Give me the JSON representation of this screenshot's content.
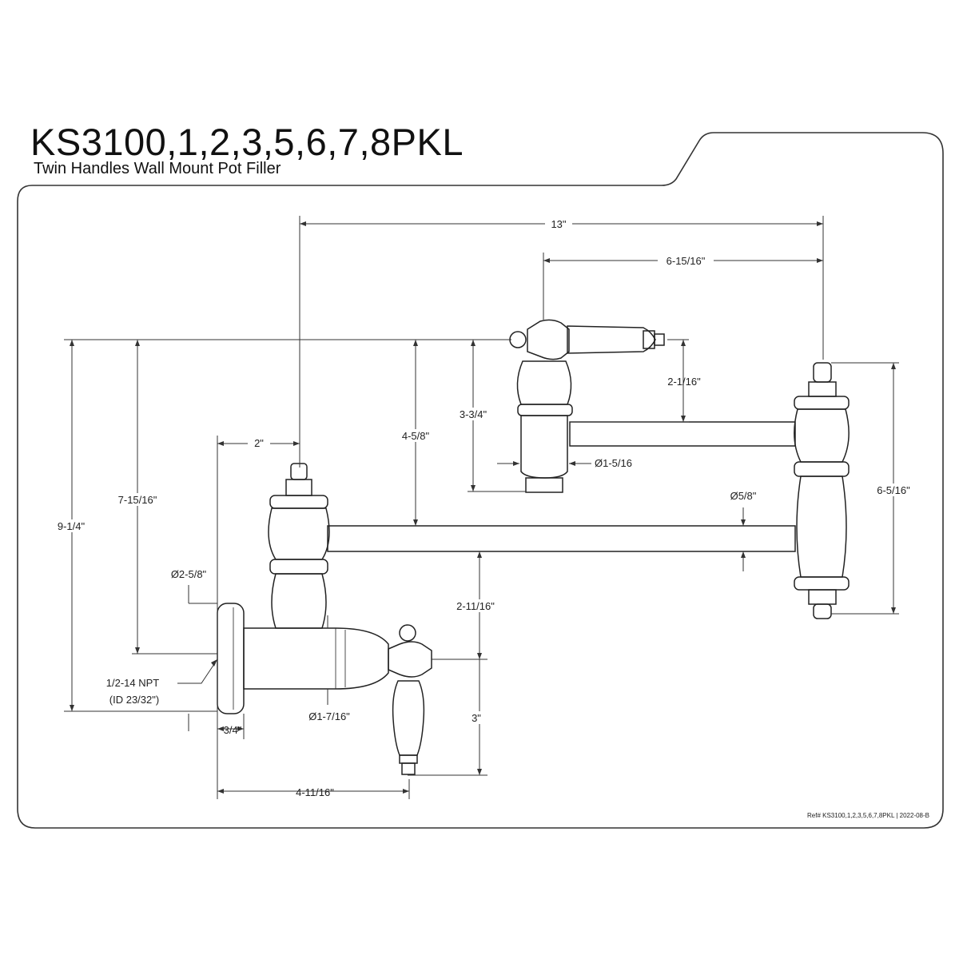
{
  "header": {
    "model": "KS3100,1,2,3,5,6,7,8PKL",
    "description": "Twin Handles Wall Mount Pot Filler"
  },
  "dimensions": {
    "overall_width": "13\"",
    "upper_arm_width": "6-15/16\"",
    "offset_top": "2\"",
    "upper_handle_height": "2-1/16\"",
    "upper_body_height": "3-3/4\"",
    "upper_body_diameter": "Ø1-5/16",
    "arm_height": "4-5/8\"",
    "total_height": "9-1/4\"",
    "hinge_height": "7-15/16\"",
    "arm_diameter": "Ø5/8\"",
    "end_post_height": "6-5/16\"",
    "flange_diameter": "Ø2-5/8\"",
    "lower_gap": "2-11/16\"",
    "inlet_thread": "1/2-14 NPT",
    "inlet_id": "(ID 23/32\")",
    "body_diameter": "Ø1-7/16\"",
    "valve_drop": "3\"",
    "flange_depth": "3/4\"",
    "valve_projection": "4-11/16\""
  },
  "footer": {
    "reference": "Ref# KS3100,1,2,3,5,6,7,8PKL | 2022-08-B"
  }
}
